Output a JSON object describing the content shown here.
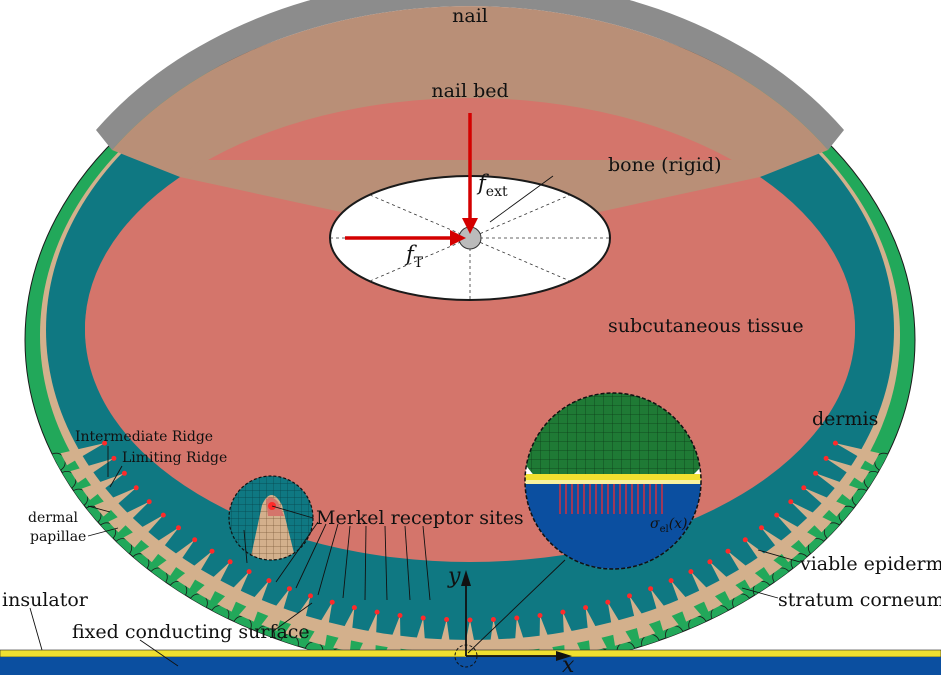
{
  "labels": {
    "nail": "nail",
    "nail_bed": "nail bed",
    "bone": "bone (rigid)",
    "f_ext_main": "f",
    "f_ext_sub": "ext",
    "f_t_main": "f",
    "f_t_sub": "T",
    "subcutaneous": "subcutaneous tissue",
    "dermis": "dermis",
    "intermediate_ridge": "Intermediate Ridge",
    "limiting_ridge": "Limiting Ridge",
    "dermal": "dermal",
    "papillae": "papillae",
    "merkel": "Merkel receptor sites",
    "sigma_main": "σ",
    "sigma_sub": "el",
    "sigma_arg": "(x)",
    "viable_epidermis": "viable epidermis",
    "stratum_corneum": "stratum corneum",
    "insulator": "insulator",
    "fixed_surface": "fixed conducting surface",
    "axis_y": "y",
    "axis_x": "x"
  },
  "colors": {
    "nail": "#8c8c8c",
    "nail_bed": "#b98f77",
    "dermis": "#0f7882",
    "subcutaneous": "#d4756b",
    "stratum_corneum": "#22a85a",
    "viable_epidermis": "#d3b08c",
    "receptor": "#ff2a2a",
    "force": "#d40000",
    "conductor": "#0b4fa0",
    "insulator": "#f0e030",
    "zoom_mesh": "#1f6e2e"
  }
}
